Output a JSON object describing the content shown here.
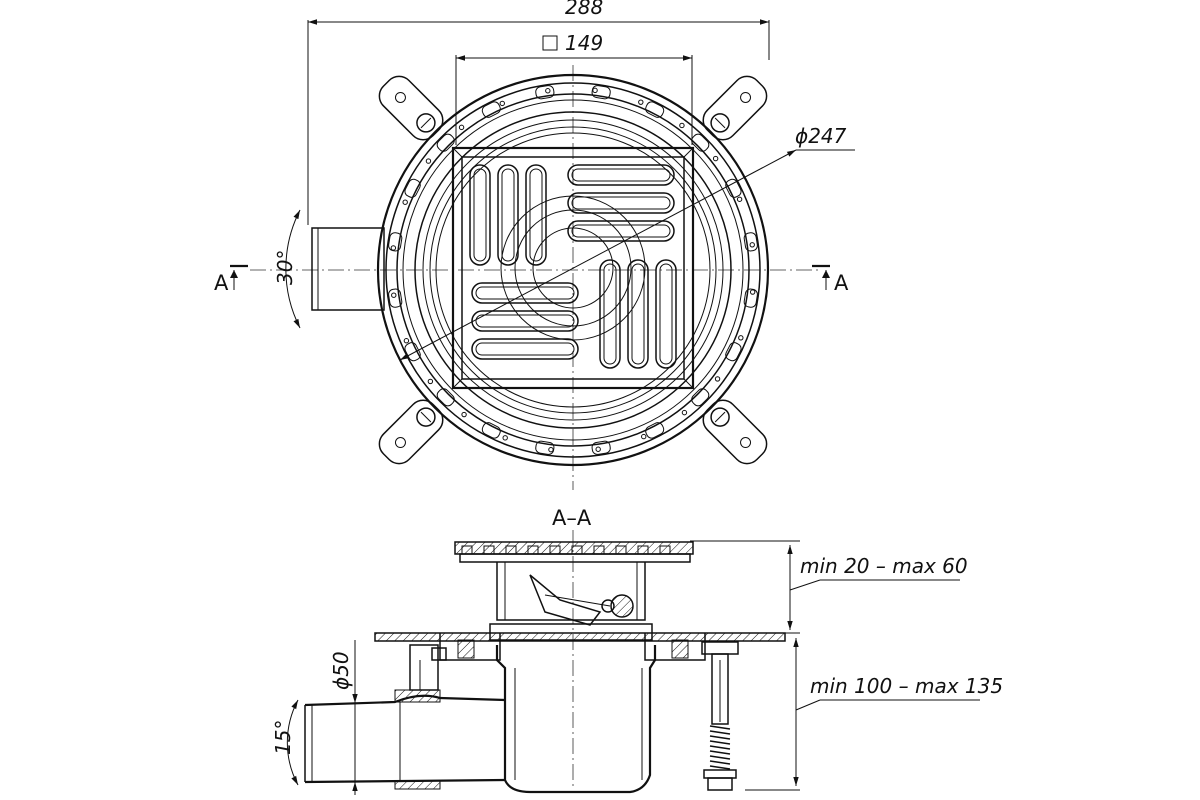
{
  "plan_view": {
    "dim_overall_width": "288",
    "dim_grate_square": "149",
    "dim_diameter": "ϕ247",
    "dim_angle": "30°",
    "section_mark_left": "A",
    "section_mark_right": "A"
  },
  "section_view": {
    "title": "A–A",
    "dim_upper_height": "min 20 – max 60",
    "dim_lower_height": "min 100 – max 135",
    "dim_outlet_diameter": "ϕ50",
    "dim_outlet_angle": "15°"
  }
}
